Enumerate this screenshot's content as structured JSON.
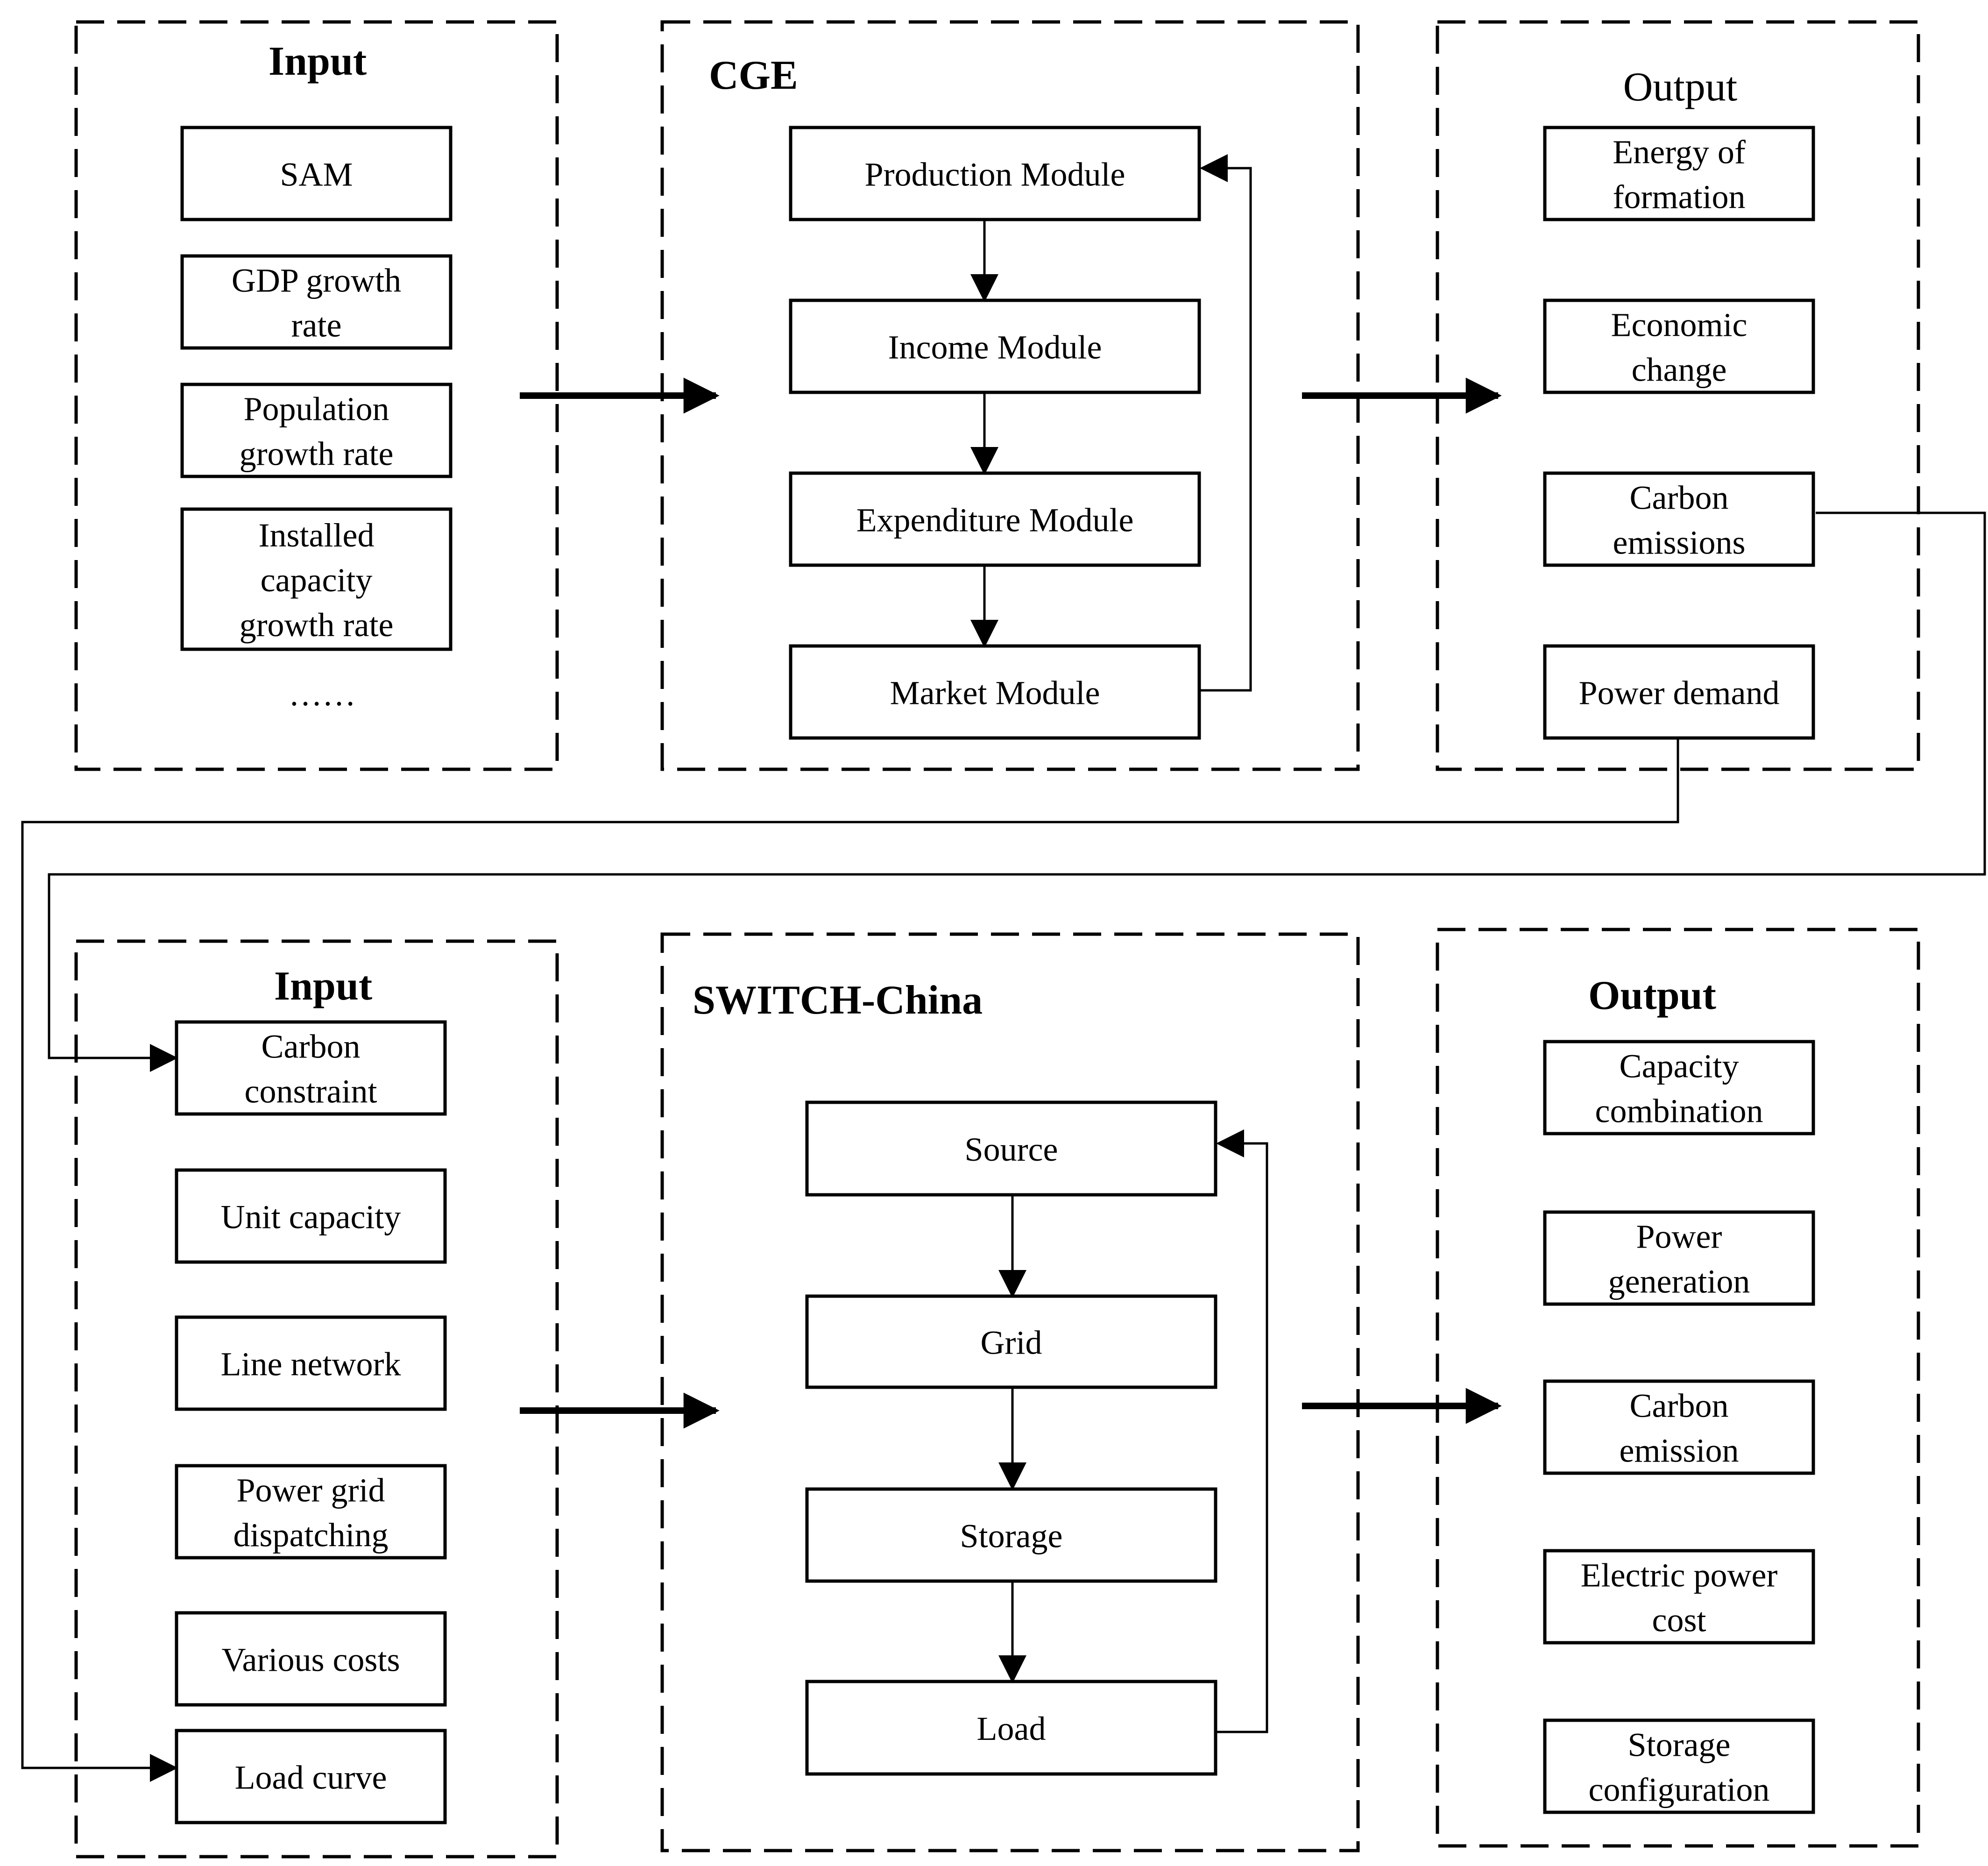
{
  "top": {
    "input": {
      "title": "Input",
      "items": [
        [
          "SAM"
        ],
        [
          "GDP growth",
          "rate"
        ],
        [
          "Population",
          "growth rate"
        ],
        [
          "Installed",
          "capacity",
          "growth rate"
        ]
      ],
      "more": "……"
    },
    "model": {
      "title": "CGE",
      "modules": [
        [
          "Production Module"
        ],
        [
          "Income Module"
        ],
        [
          "Expenditure Module"
        ],
        [
          "Market Module"
        ]
      ]
    },
    "output": {
      "title": "Output",
      "items": [
        [
          "Energy of",
          "formation"
        ],
        [
          "Economic",
          "change"
        ],
        [
          "Carbon",
          "emissions"
        ],
        [
          "Power demand"
        ]
      ]
    }
  },
  "bottom": {
    "input": {
      "title": "Input",
      "items": [
        [
          "Carbon",
          "constraint"
        ],
        [
          "Unit capacity"
        ],
        [
          "Line network"
        ],
        [
          "Power grid",
          "dispatching"
        ],
        [
          "Various costs"
        ],
        [
          "Load curve"
        ]
      ]
    },
    "model": {
      "title": "SWITCH-China",
      "modules": [
        [
          "Source"
        ],
        [
          "Grid"
        ],
        [
          "Storage"
        ],
        [
          "Load"
        ]
      ]
    },
    "output": {
      "title": "Output",
      "items": [
        [
          "Capacity",
          "combination"
        ],
        [
          "Power",
          "generation"
        ],
        [
          "Carbon",
          "emission"
        ],
        [
          "Electric power",
          "cost"
        ],
        [
          "Storage",
          "configuration"
        ]
      ]
    }
  }
}
